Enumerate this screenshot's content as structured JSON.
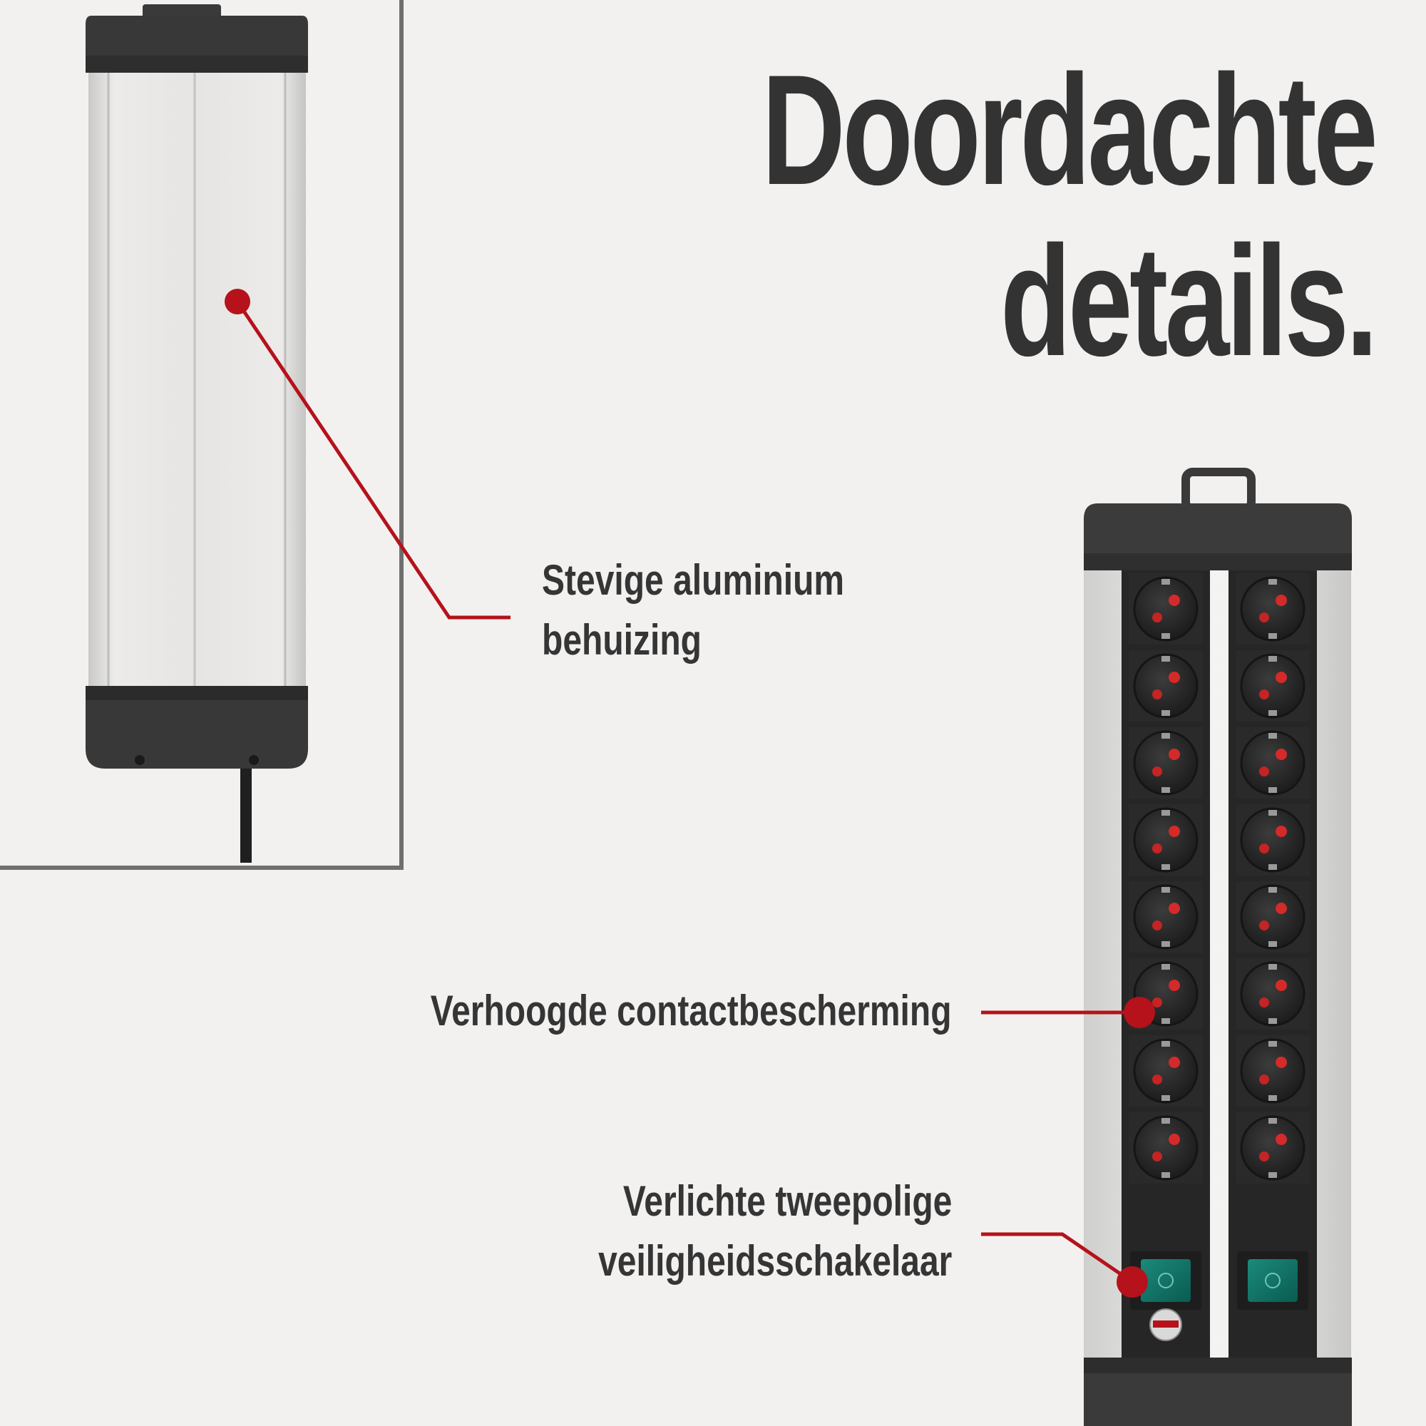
{
  "headline": {
    "line1": "Doordachte",
    "line2": "details."
  },
  "callouts": {
    "aluminium_line1": "Stevige aluminium",
    "aluminium_line2": "behuizing",
    "contact": "Verhoogde contactbescherming",
    "switch_line1": "Verlichte tweepolige",
    "switch_line2": "veiligheidsschakelaar"
  },
  "colors": {
    "background": "#f2f1f0",
    "text": "#333333",
    "accent_red": "#b5121b",
    "housing_dark": "#3a3a3a",
    "aluminium": "#e3e3e1",
    "switch_green": "#0f6f63"
  },
  "product": {
    "socket_rows": 8,
    "socket_columns": 2,
    "switch_count": 2
  }
}
